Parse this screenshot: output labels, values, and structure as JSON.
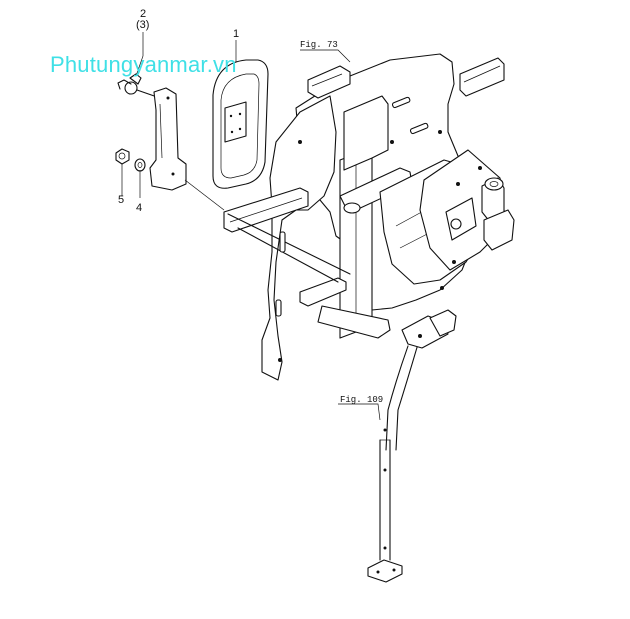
{
  "watermark": "Phutungyanmar.vn",
  "callouts": {
    "part1": "1",
    "part2": "2",
    "part3": "(3)",
    "part4": "4",
    "part5": "5"
  },
  "figure_refs": {
    "fig73": "Fig. 73",
    "fig109": "Fig. 109"
  }
}
